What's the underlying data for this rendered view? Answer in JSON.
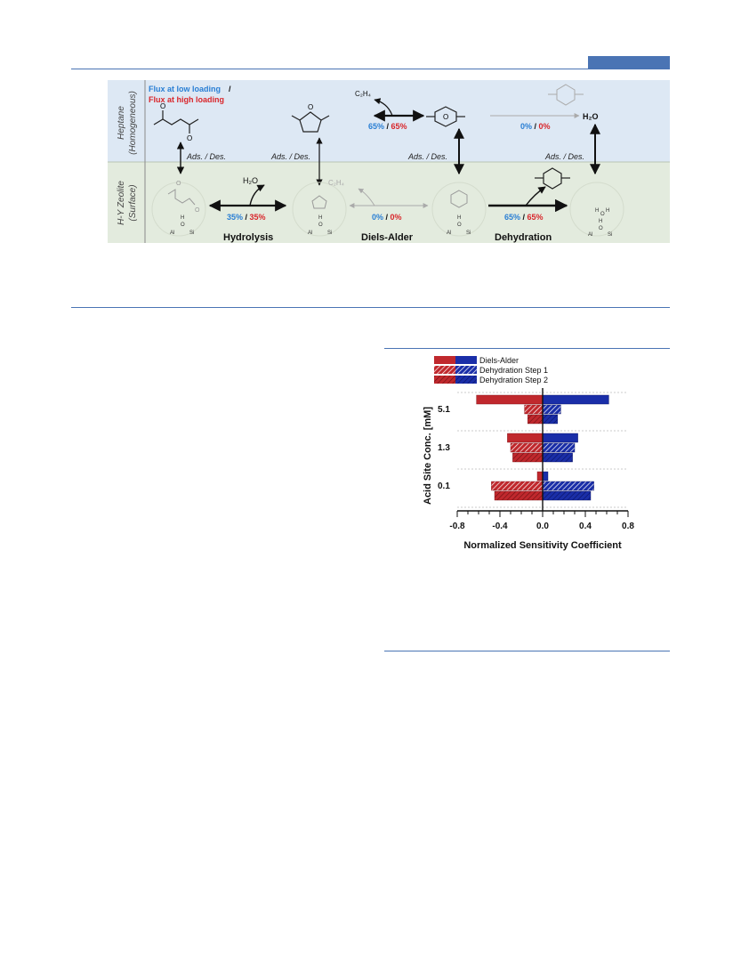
{
  "scheme": {
    "phase_top": "Heptane (Homogeneous)",
    "phase_top_line1": "Heptane",
    "phase_top_line2": "(Homogeneous)",
    "phase_bottom_line1": "H-Y Zeolite",
    "phase_bottom_line2": "(Surface)",
    "legend_low": "Flux at low loading",
    "legend_slash": " /",
    "legend_high": "Flux at high loading",
    "ads_des": "Ads. / Des.",
    "c2h4": "C₂H₄",
    "h2o": "H₂O",
    "flux_top_da_low": "65%",
    "flux_top_da_high": "65%",
    "flux_top_dehy_low": "0%",
    "flux_top_dehy_high": "0%",
    "flux_surf_hyd_low": "35%",
    "flux_surf_hyd_high": "35%",
    "flux_surf_da_low": "0%",
    "flux_surf_da_high": "0%",
    "flux_surf_dehy_low": "65%",
    "flux_surf_dehy_high": "65%",
    "sep": " / ",
    "step_hydrolysis": "Hydrolysis",
    "step_diels_alder": "Diels-Alder",
    "step_dehydration": "Dehydration",
    "site_label_h": "H",
    "site_label_o": "O",
    "site_label_al": "Al",
    "site_label_si": "Si",
    "colors": {
      "low": "#2a7fd4",
      "high": "#d9262b",
      "top_bg": "#dde8f4",
      "bottom_bg": "#e3ebde"
    }
  },
  "chart_data": {
    "type": "bar",
    "orientation": "horizontal",
    "categories": [
      "5.1",
      "1.3",
      "0.1"
    ],
    "series": [
      {
        "name": "Diels-Alder",
        "values": [
          0.62,
          0.33,
          0.05
        ],
        "negative_values": [
          -0.62,
          -0.33,
          -0.05
        ],
        "hatch": false
      },
      {
        "name": "Dehydration Step 1",
        "values": [
          0.17,
          0.3,
          0.48
        ],
        "negative_values": [
          -0.17,
          -0.3,
          -0.48
        ],
        "hatch": true
      },
      {
        "name": "Dehydration Step 2",
        "values": [
          0.14,
          0.28,
          0.45
        ],
        "negative_values": [
          -0.14,
          -0.28,
          -0.45
        ],
        "hatch": true
      }
    ],
    "xlabel": "Normalized Sensitivity Coefficient",
    "ylabel": "Acid Site Conc.  [mM]",
    "xlim": [
      -0.8,
      0.8
    ],
    "xticks": [
      "-0.8",
      "-0.4",
      "0.0",
      "0.4",
      "0.8"
    ],
    "legend_position": "top",
    "colors": {
      "negative": "#c0282d",
      "positive": "#1a2ea8"
    }
  }
}
